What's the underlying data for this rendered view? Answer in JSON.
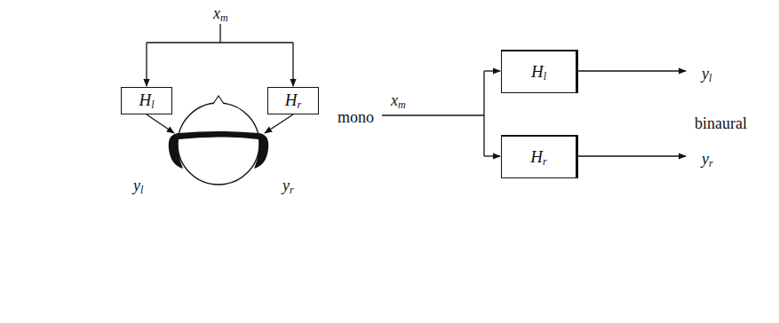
{
  "diagram": {
    "nodes": [
      {
        "text": [
          "Hl"
        ]
      },
      {
        "text": [
          "Hr"
        ]
      },
      {
        "text": [
          "Hl"
        ]
      },
      {
        "text": [
          "Hr"
        ]
      }
    ],
    "labels": [
      "xm",
      "yl",
      "yr",
      "mono",
      "xm",
      "binaural",
      "yl",
      "yr"
    ]
  }
}
